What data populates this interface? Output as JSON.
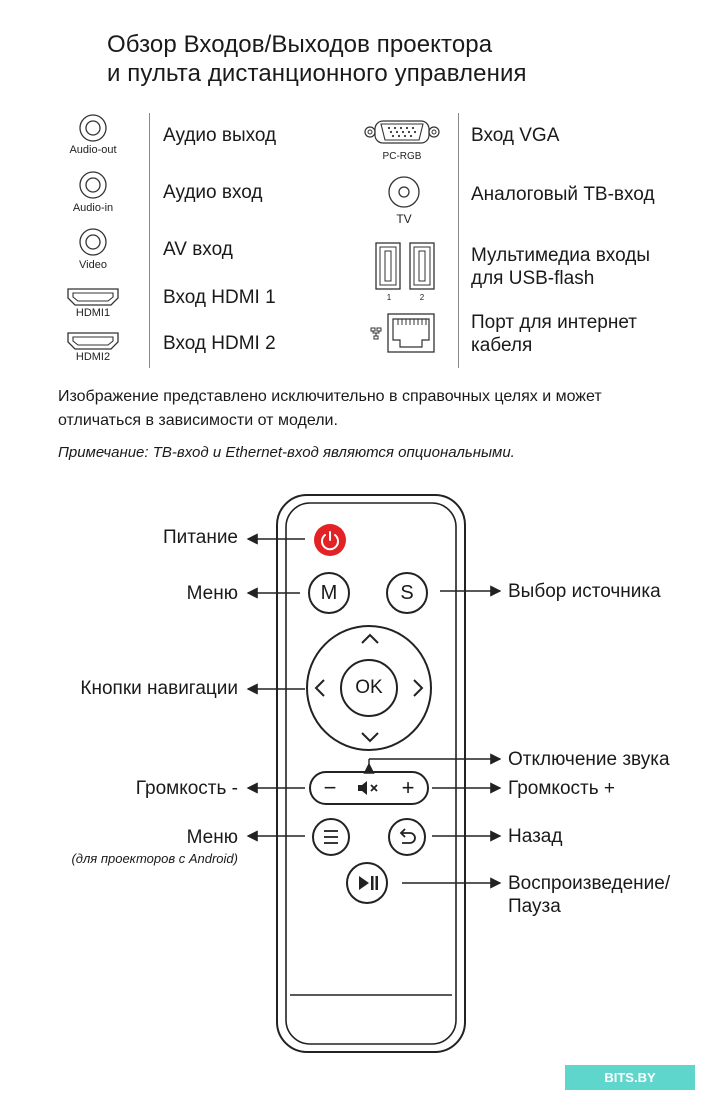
{
  "title": {
    "line1": "Обзор Входов/Выходов проектора",
    "line2": "и пульта дистанционного управления"
  },
  "ports_left": [
    {
      "icon": "audio-jack-icon",
      "caption": "Audio-out",
      "label": "Аудио выход"
    },
    {
      "icon": "audio-jack-icon",
      "caption": "Audio-in",
      "label": "Аудио вход"
    },
    {
      "icon": "audio-jack-icon",
      "caption": "Video",
      "label": "AV вход"
    },
    {
      "icon": "hdmi-port-icon",
      "caption": "HDMI1",
      "label": "Вход HDMI 1"
    },
    {
      "icon": "hdmi-port-icon",
      "caption": "HDMI2",
      "label": "Вход HDMI 2"
    }
  ],
  "ports_right": [
    {
      "icon": "vga-port-icon",
      "caption": "PC-RGB",
      "label": "Вход VGA"
    },
    {
      "icon": "coax-port-icon",
      "caption": "TV",
      "label": "Аналоговый ТВ-вход"
    },
    {
      "icon": "usb-ports-icon",
      "caption_1": "1",
      "caption_2": "2",
      "label_1": "Мультимедиа входы",
      "label_2": "для USB-flash"
    },
    {
      "icon": "ethernet-port-icon",
      "label_1": "Порт для интернет",
      "label_2": "кабеля"
    }
  ],
  "notes": {
    "line1": "Изображение представлено исключительно в справочных целях и может",
    "line2": "отличаться в зависимости от модели.",
    "italic": "Примечание: ТВ-вход и Ethernet-вход являются опциональными."
  },
  "remote": {
    "buttons": {
      "menu": "M",
      "source": "S",
      "ok": "OK",
      "vol_minus": "−",
      "vol_plus": "+"
    },
    "labels": {
      "power": "Питание",
      "menu": "Меню",
      "source": "Выбор источника",
      "navigation": "Кнопки навигации",
      "mute": "Отключение звука",
      "vol_minus": "Громкость -",
      "vol_plus": "Громкость +",
      "android_menu": "Меню",
      "android_menu_note": "(для проекторов с Android)",
      "back": "Назад",
      "play_pause_1": "Воспроизведение/",
      "play_pause_2": "Пауза"
    },
    "colors": {
      "power": "#e32226",
      "outline": "#222222"
    }
  },
  "watermark": "BITS.BY"
}
